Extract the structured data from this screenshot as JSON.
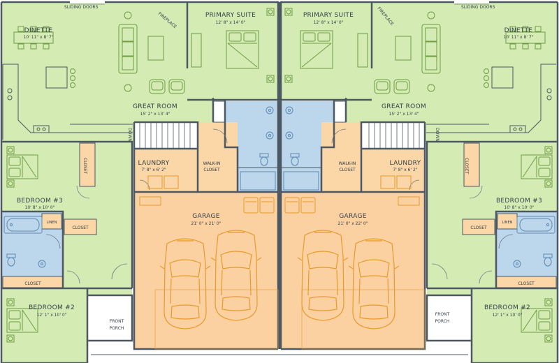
{
  "colors": {
    "living": "#d4ecb4",
    "utility": "#fbd6a6",
    "bath": "#bcd6ec",
    "garage": "#fbd1a2",
    "porch": "#ffffff",
    "wall": "#4d5862",
    "furniture_living": "#6e9a44",
    "furniture_garage": "#e79a2e",
    "furniture_bath": "#5f89b0",
    "door": "#6f7a84"
  },
  "labels": {
    "sliding_doors": "SLIDING DOORS",
    "fireplace": "FIREPLACE",
    "down": "DOWN",
    "front_porch_line1": "FRONT",
    "front_porch_line2": "PORCH",
    "linen": "LINEN",
    "closet": "CLOSET",
    "walkin_line1": "WALK-IN",
    "walkin_line2": "CLOSET"
  },
  "units": {
    "left": {
      "dinette": {
        "name": "DINETTE",
        "dim": "10' 11\" x 8' 7\""
      },
      "primary_suite": {
        "name": "PRIMARY SUITE",
        "dim": "12' 8\" x 14' 0\""
      },
      "great_room": {
        "name": "GREAT ROOM",
        "dim": "15' 2\" x 13' 4\""
      },
      "laundry": {
        "name": "LAUNDRY",
        "dim": "7' 8\" x 6' 2\""
      },
      "bedroom3": {
        "name": "BEDROOM #3",
        "dim": "10' 8\" x 10' 0\""
      },
      "garage": {
        "name": "GARAGE",
        "dim": "21' 0\" x 21' 0\""
      },
      "bedroom2": {
        "name": "BEDROOM #2",
        "dim": "12' 1\" x 10' 0\""
      }
    },
    "right": {
      "dinette": {
        "name": "DINETTE",
        "dim": "10' 11\" x 8' 7\""
      },
      "primary_suite": {
        "name": "PRIMARY SUITE",
        "dim": "12' 8\" x 14' 0\""
      },
      "great_room": {
        "name": "GREAT ROOM",
        "dim": "15' 2\" x 13' 4\""
      },
      "laundry": {
        "name": "LAUNDRY",
        "dim": "7' 8\" x 6' 2\""
      },
      "bedroom3": {
        "name": "BEDROOM #3",
        "dim": "10' 8\" x 10' 0\""
      },
      "garage": {
        "name": "GARAGE",
        "dim": "21' 0\" x 22' 0\""
      },
      "bedroom2": {
        "name": "BEDROOM #2",
        "dim": "12' 1\" x 10' 0\""
      }
    }
  }
}
